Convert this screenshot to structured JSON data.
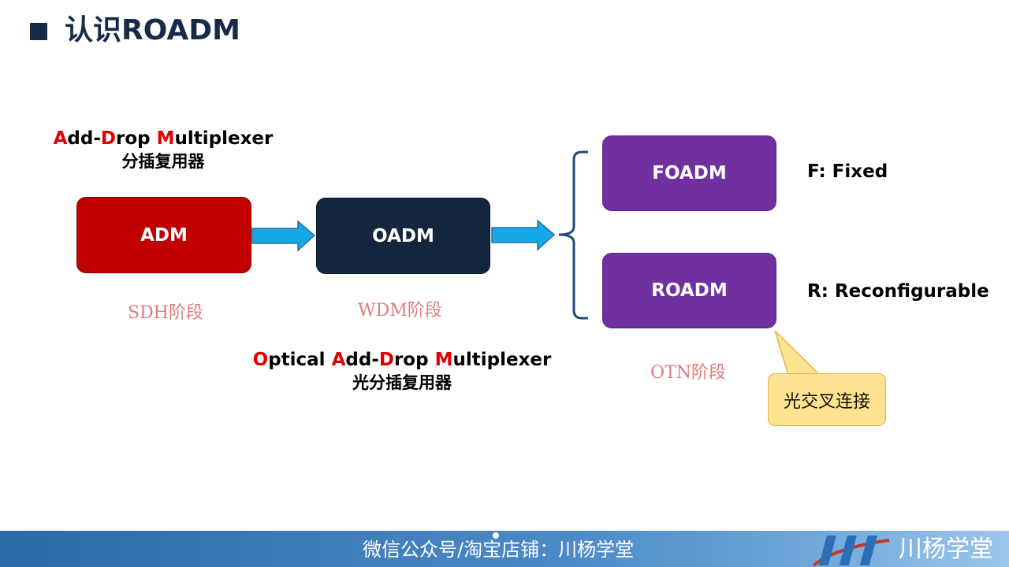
{
  "slide": {
    "title": "认识ROADM"
  },
  "adm_caption": {
    "part1_red": "A",
    "part1": "dd-",
    "part2_red": "D",
    "part2": "rop ",
    "part3_red": "M",
    "part3": "ultiplexer",
    "line2": "分插复用器"
  },
  "oadm_caption": {
    "part0_red": "O",
    "part0": "ptical ",
    "part1_red": "A",
    "part1": "dd-",
    "part2_red": "D",
    "part2": "rop ",
    "part3_red": "M",
    "part3": "ultiplexer",
    "line2": "光分插复用器"
  },
  "boxes": {
    "adm": "ADM",
    "oadm": "OADM",
    "foadm": "FOADM",
    "roadm": "ROADM"
  },
  "stages": {
    "sdh": "SDH阶段",
    "wdm": "WDM阶段",
    "otn": "OTN阶段"
  },
  "notes": {
    "fixed": "F: Fixed",
    "reconfigurable": "R: Reconfigurable"
  },
  "callout": {
    "text": "光交叉连接"
  },
  "footer": {
    "text": "微信公众号/淘宝店铺：川杨学堂",
    "brand": "川杨学堂"
  },
  "colors": {
    "title": "#162b46",
    "adm": "#c00000",
    "oadm": "#13263e",
    "roadm_family": "#7130a0",
    "arrow": "#14a9e6",
    "bracket": "#1f4e79",
    "stage_text": "#e07b7b",
    "callout": "#ffe391",
    "highlight_letter": "#e00000"
  }
}
